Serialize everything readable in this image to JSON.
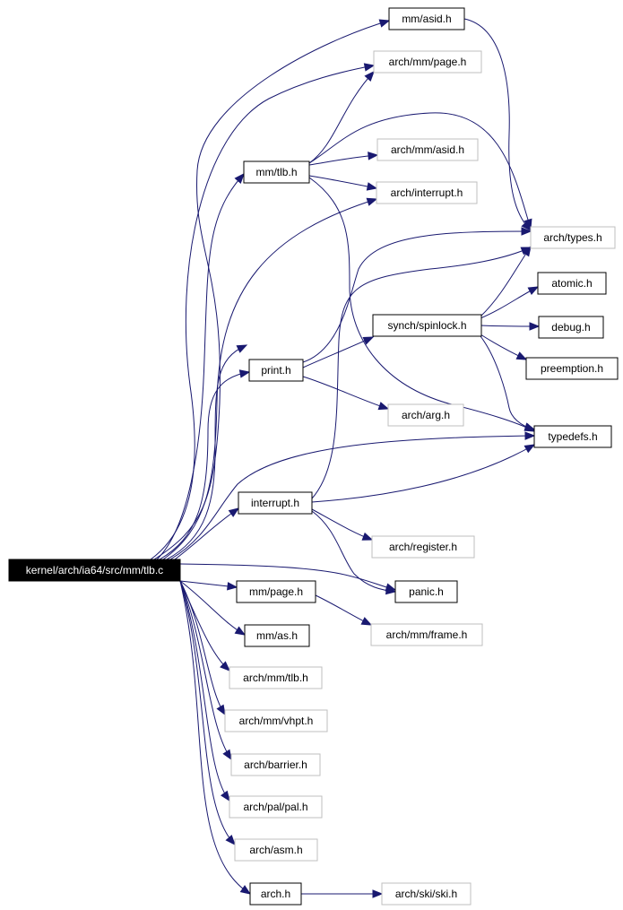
{
  "nodes": [
    {
      "id": "root",
      "label": "kernel/arch/ia64/src/mm/tlb.c",
      "style": "root"
    },
    {
      "id": "mm_asid",
      "label": "mm/asid.h",
      "style": "solid"
    },
    {
      "id": "arch_mm_page",
      "label": "arch/mm/page.h",
      "style": "faded"
    },
    {
      "id": "mm_tlb",
      "label": "mm/tlb.h",
      "style": "solid"
    },
    {
      "id": "arch_mm_asid",
      "label": "arch/mm/asid.h",
      "style": "faded"
    },
    {
      "id": "arch_interrupt",
      "label": "arch/interrupt.h",
      "style": "faded"
    },
    {
      "id": "arch_types",
      "label": "arch/types.h",
      "style": "faded"
    },
    {
      "id": "atomic",
      "label": "atomic.h",
      "style": "solid"
    },
    {
      "id": "synch_spinlock",
      "label": "synch/spinlock.h",
      "style": "solid"
    },
    {
      "id": "debug",
      "label": "debug.h",
      "style": "solid"
    },
    {
      "id": "print",
      "label": "print.h",
      "style": "solid"
    },
    {
      "id": "preemption",
      "label": "preemption.h",
      "style": "solid"
    },
    {
      "id": "arch_arg",
      "label": "arch/arg.h",
      "style": "faded"
    },
    {
      "id": "typedefs",
      "label": "typedefs.h",
      "style": "solid"
    },
    {
      "id": "interrupt",
      "label": "interrupt.h",
      "style": "solid"
    },
    {
      "id": "arch_register",
      "label": "arch/register.h",
      "style": "faded"
    },
    {
      "id": "panic",
      "label": "panic.h",
      "style": "solid"
    },
    {
      "id": "mm_page",
      "label": "mm/page.h",
      "style": "solid"
    },
    {
      "id": "arch_mm_frame",
      "label": "arch/mm/frame.h",
      "style": "faded"
    },
    {
      "id": "mm_as",
      "label": "mm/as.h",
      "style": "solid"
    },
    {
      "id": "arch_mm_tlb",
      "label": "arch/mm/tlb.h",
      "style": "faded"
    },
    {
      "id": "arch_mm_vhpt",
      "label": "arch/mm/vhpt.h",
      "style": "faded"
    },
    {
      "id": "arch_barrier",
      "label": "arch/barrier.h",
      "style": "faded"
    },
    {
      "id": "arch_pal_pal",
      "label": "arch/pal/pal.h",
      "style": "faded"
    },
    {
      "id": "arch_asm",
      "label": "arch/asm.h",
      "style": "faded"
    },
    {
      "id": "arch",
      "label": "arch.h",
      "style": "solid"
    },
    {
      "id": "arch_ski_ski",
      "label": "arch/ski/ski.h",
      "style": "faded"
    }
  ],
  "edges": [
    {
      "from": "root",
      "to": "mm_asid"
    },
    {
      "from": "root",
      "to": "arch_mm_page"
    },
    {
      "from": "root",
      "to": "mm_tlb"
    },
    {
      "from": "root",
      "to": "arch_interrupt"
    },
    {
      "from": "root",
      "to": "arch_types"
    },
    {
      "from": "root",
      "to": "print"
    },
    {
      "from": "root",
      "to": "typedefs"
    },
    {
      "from": "root",
      "to": "interrupt"
    },
    {
      "from": "root",
      "to": "panic"
    },
    {
      "from": "root",
      "to": "mm_page"
    },
    {
      "from": "root",
      "to": "mm_as"
    },
    {
      "from": "root",
      "to": "arch_mm_tlb"
    },
    {
      "from": "root",
      "to": "arch_mm_vhpt"
    },
    {
      "from": "root",
      "to": "arch_barrier"
    },
    {
      "from": "root",
      "to": "arch_pal_pal"
    },
    {
      "from": "root",
      "to": "arch_asm"
    },
    {
      "from": "root",
      "to": "arch"
    },
    {
      "from": "mm_asid",
      "to": "arch_types"
    },
    {
      "from": "mm_tlb",
      "to": "arch_mm_page"
    },
    {
      "from": "mm_tlb",
      "to": "arch_mm_asid"
    },
    {
      "from": "mm_tlb",
      "to": "arch_interrupt"
    },
    {
      "from": "mm_tlb",
      "to": "arch_types"
    },
    {
      "from": "mm_tlb",
      "to": "typedefs"
    },
    {
      "from": "print",
      "to": "arch_types"
    },
    {
      "from": "print",
      "to": "synch_spinlock"
    },
    {
      "from": "print",
      "to": "arch_arg"
    },
    {
      "from": "synch_spinlock",
      "to": "arch_types"
    },
    {
      "from": "synch_spinlock",
      "to": "atomic"
    },
    {
      "from": "synch_spinlock",
      "to": "debug"
    },
    {
      "from": "synch_spinlock",
      "to": "preemption"
    },
    {
      "from": "synch_spinlock",
      "to": "typedefs"
    },
    {
      "from": "interrupt",
      "to": "arch_types"
    },
    {
      "from": "interrupt",
      "to": "typedefs"
    },
    {
      "from": "interrupt",
      "to": "arch_register"
    },
    {
      "from": "interrupt",
      "to": "panic"
    },
    {
      "from": "mm_page",
      "to": "arch_mm_frame"
    },
    {
      "from": "arch",
      "to": "arch_ski_ski"
    }
  ]
}
